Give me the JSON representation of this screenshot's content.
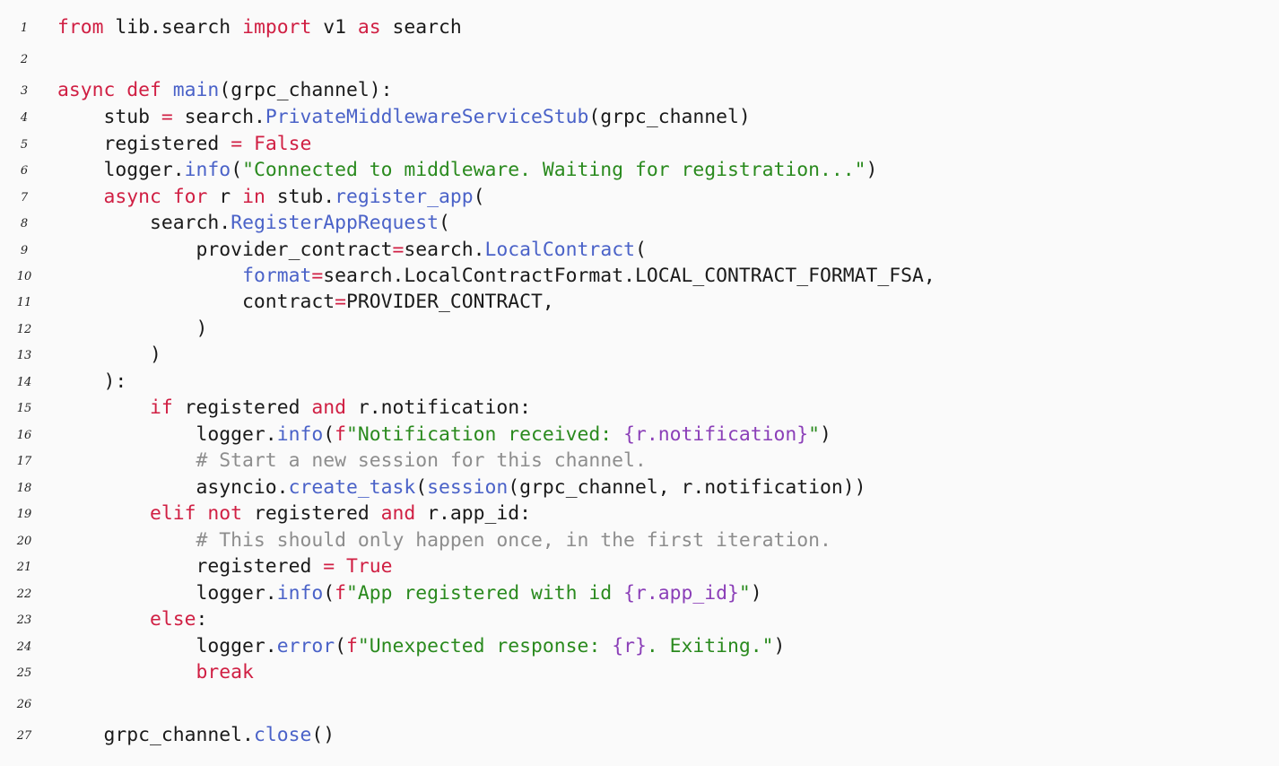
{
  "colors": {
    "background": "#fafafa",
    "keyword": "#d01f43",
    "function": "#4a62c8",
    "string": "#2a8a1e",
    "interpolation": "#8b3fb8",
    "comment": "#8d8d8d",
    "plain": "#1a1a1a"
  },
  "lines": [
    {
      "n": "1",
      "tokens": [
        [
          "kw",
          "from"
        ],
        [
          "plain",
          " lib.search "
        ],
        [
          "kw",
          "import"
        ],
        [
          "plain",
          " v1 "
        ],
        [
          "kw",
          "as"
        ],
        [
          "plain",
          " search"
        ]
      ]
    },
    {
      "n": "2",
      "tokens": []
    },
    {
      "n": "3",
      "tokens": [
        [
          "kw",
          "async def "
        ],
        [
          "fn",
          "main"
        ],
        [
          "plain",
          "(grpc_channel):"
        ]
      ]
    },
    {
      "n": "4",
      "tokens": [
        [
          "plain",
          "    stub "
        ],
        [
          "kw",
          "="
        ],
        [
          "plain",
          " search."
        ],
        [
          "fn",
          "PrivateMiddlewareServiceStub"
        ],
        [
          "plain",
          "(grpc_channel)"
        ]
      ]
    },
    {
      "n": "5",
      "tokens": [
        [
          "plain",
          "    registered "
        ],
        [
          "kw",
          "= False"
        ]
      ]
    },
    {
      "n": "6",
      "tokens": [
        [
          "plain",
          "    logger."
        ],
        [
          "fn",
          "info"
        ],
        [
          "plain",
          "("
        ],
        [
          "str",
          "\"Connected to middleware. Waiting for registration...\""
        ],
        [
          "plain",
          ")"
        ]
      ]
    },
    {
      "n": "7",
      "tokens": [
        [
          "plain",
          "    "
        ],
        [
          "kw",
          "async for"
        ],
        [
          "plain",
          " r "
        ],
        [
          "kw",
          "in"
        ],
        [
          "plain",
          " stub."
        ],
        [
          "fn",
          "register_app"
        ],
        [
          "plain",
          "("
        ]
      ]
    },
    {
      "n": "8",
      "tokens": [
        [
          "plain",
          "        search."
        ],
        [
          "fn",
          "RegisterAppRequest"
        ],
        [
          "plain",
          "("
        ]
      ]
    },
    {
      "n": "9",
      "tokens": [
        [
          "plain",
          "            provider_contract"
        ],
        [
          "kw",
          "="
        ],
        [
          "plain",
          "search."
        ],
        [
          "fn",
          "LocalContract"
        ],
        [
          "plain",
          "("
        ]
      ]
    },
    {
      "n": "10",
      "tokens": [
        [
          "plain",
          "                "
        ],
        [
          "fn",
          "format"
        ],
        [
          "kw",
          "="
        ],
        [
          "plain",
          "search.LocalContractFormat.LOCAL_CONTRACT_FORMAT_FSA,"
        ]
      ]
    },
    {
      "n": "11",
      "tokens": [
        [
          "plain",
          "                contract"
        ],
        [
          "kw",
          "="
        ],
        [
          "plain",
          "PROVIDER_CONTRACT,"
        ]
      ]
    },
    {
      "n": "12",
      "tokens": [
        [
          "plain",
          "            )"
        ]
      ]
    },
    {
      "n": "13",
      "tokens": [
        [
          "plain",
          "        )"
        ]
      ]
    },
    {
      "n": "14",
      "tokens": [
        [
          "plain",
          "    ):"
        ]
      ]
    },
    {
      "n": "15",
      "tokens": [
        [
          "plain",
          "        "
        ],
        [
          "kw",
          "if"
        ],
        [
          "plain",
          " registered "
        ],
        [
          "kw",
          "and"
        ],
        [
          "plain",
          " r.notification:"
        ]
      ]
    },
    {
      "n": "16",
      "tokens": [
        [
          "plain",
          "            logger."
        ],
        [
          "fn",
          "info"
        ],
        [
          "plain",
          "("
        ],
        [
          "kw",
          "f"
        ],
        [
          "str",
          "\"Notification received: "
        ],
        [
          "int",
          "{r.notification}"
        ],
        [
          "str",
          "\""
        ],
        [
          "plain",
          ")"
        ]
      ]
    },
    {
      "n": "17",
      "tokens": [
        [
          "com",
          "            # Start a new session for this channel."
        ]
      ]
    },
    {
      "n": "18",
      "tokens": [
        [
          "plain",
          "            asyncio."
        ],
        [
          "fn",
          "create_task"
        ],
        [
          "plain",
          "("
        ],
        [
          "fn",
          "session"
        ],
        [
          "plain",
          "(grpc_channel, r.notification))"
        ]
      ]
    },
    {
      "n": "19",
      "tokens": [
        [
          "plain",
          "        "
        ],
        [
          "kw",
          "elif not"
        ],
        [
          "plain",
          " registered "
        ],
        [
          "kw",
          "and"
        ],
        [
          "plain",
          " r.app_id:"
        ]
      ]
    },
    {
      "n": "20",
      "tokens": [
        [
          "com",
          "            # This should only happen once, in the first iteration."
        ]
      ]
    },
    {
      "n": "21",
      "tokens": [
        [
          "plain",
          "            registered "
        ],
        [
          "kw",
          "= True"
        ]
      ]
    },
    {
      "n": "22",
      "tokens": [
        [
          "plain",
          "            logger."
        ],
        [
          "fn",
          "info"
        ],
        [
          "plain",
          "("
        ],
        [
          "kw",
          "f"
        ],
        [
          "str",
          "\"App registered with id "
        ],
        [
          "int",
          "{r.app_id}"
        ],
        [
          "str",
          "\""
        ],
        [
          "plain",
          ")"
        ]
      ]
    },
    {
      "n": "23",
      "tokens": [
        [
          "plain",
          "        "
        ],
        [
          "kw",
          "else"
        ],
        [
          "plain",
          ":"
        ]
      ]
    },
    {
      "n": "24",
      "tokens": [
        [
          "plain",
          "            logger."
        ],
        [
          "fn",
          "error"
        ],
        [
          "plain",
          "("
        ],
        [
          "kw",
          "f"
        ],
        [
          "str",
          "\"Unexpected response: "
        ],
        [
          "int",
          "{r}"
        ],
        [
          "str",
          ". Exiting.\""
        ],
        [
          "plain",
          ")"
        ]
      ]
    },
    {
      "n": "25",
      "tokens": [
        [
          "kw",
          "            break"
        ]
      ]
    },
    {
      "n": "26",
      "tokens": []
    },
    {
      "n": "27",
      "tokens": [
        [
          "plain",
          "    grpc_channel."
        ],
        [
          "fn",
          "close"
        ],
        [
          "plain",
          "()"
        ]
      ]
    }
  ]
}
